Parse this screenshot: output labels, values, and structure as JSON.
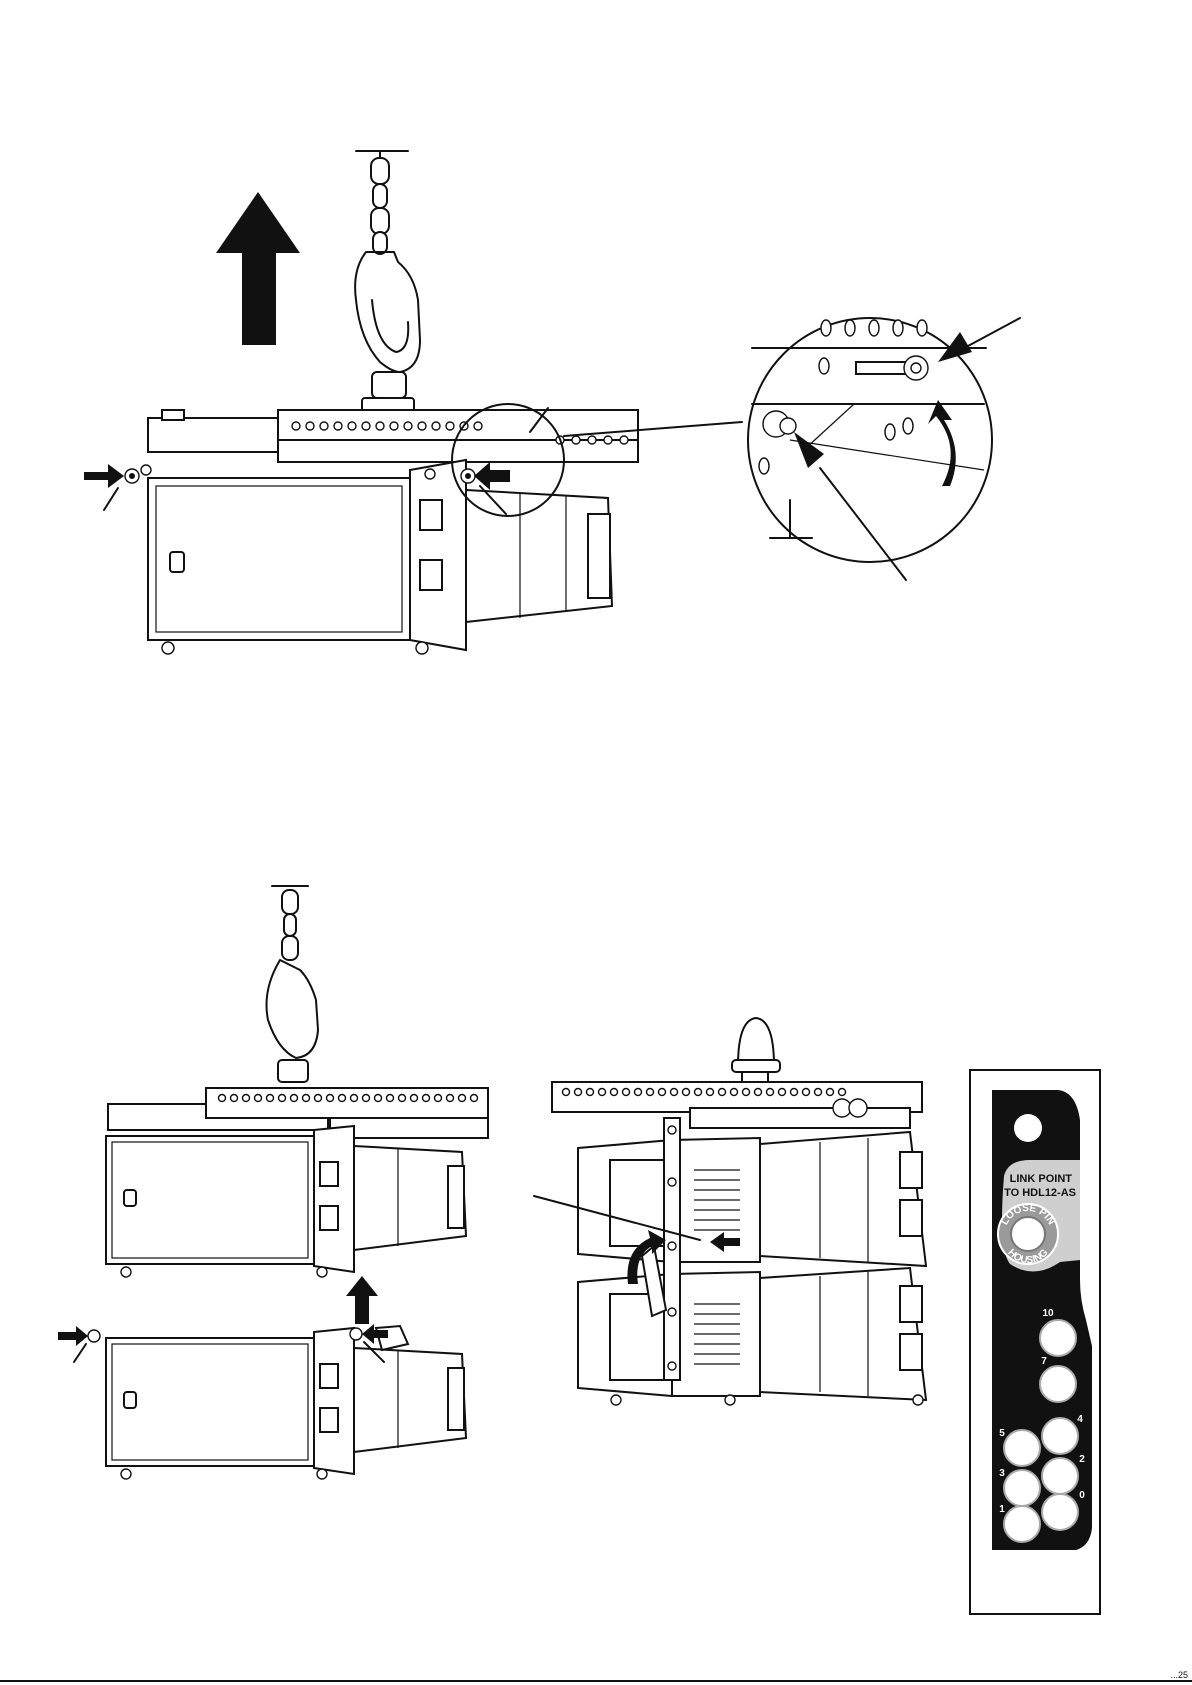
{
  "panel": {
    "link_point_line1": "LINK POINT",
    "link_point_line2": "TO HDL12-AS",
    "housing_top": "LOOSE PIN",
    "housing_bottom": "HOUSING",
    "angle_holes": [
      "10",
      "7",
      "5",
      "4",
      "3",
      "2",
      "1",
      "0"
    ]
  },
  "footer": {
    "page_mark": "...25"
  }
}
